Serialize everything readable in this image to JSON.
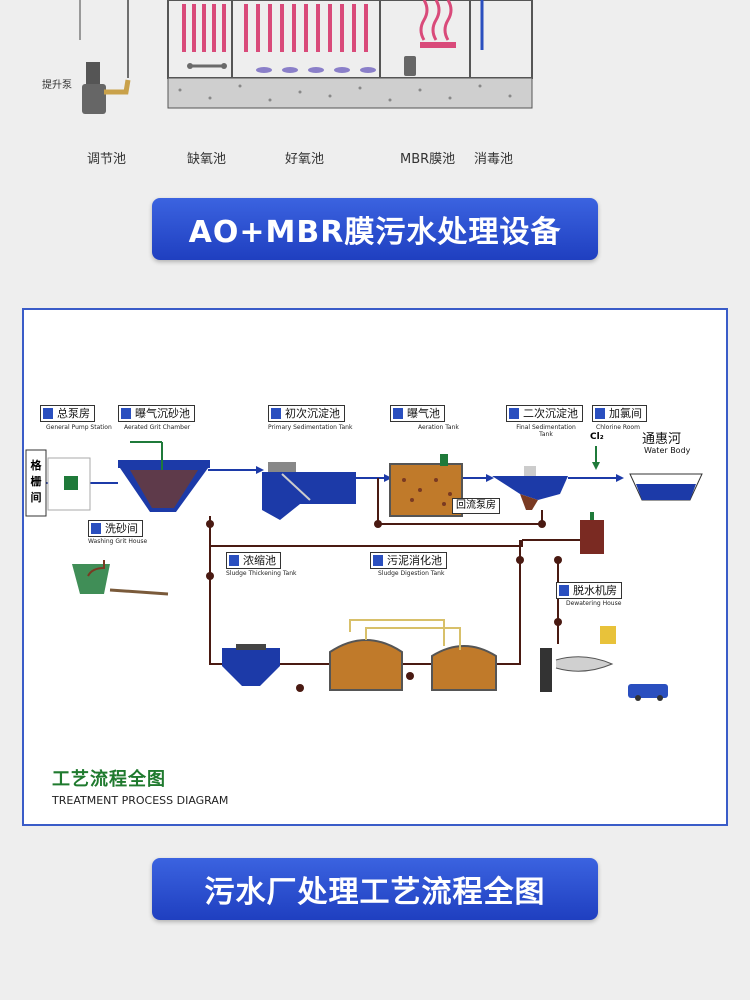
{
  "top": {
    "lift_pump": "提升泵",
    "tank_labels": [
      "调节池",
      "缺氧池",
      "好氧池",
      "MBR膜池",
      "消毒池"
    ]
  },
  "banner1": "AO+MBR膜污水处理设备",
  "diagram": {
    "nodes": {
      "pump_station": {
        "cn": "总泵房",
        "en": "General Pump Station"
      },
      "grit": {
        "cn": "曝气沉砂池",
        "en": "Aerated Grit Chamber"
      },
      "primary": {
        "cn": "初次沉淀池",
        "en": "Primary Sedimentation Tank"
      },
      "aeration": {
        "cn": "曝气池",
        "en": "Aeration Tank"
      },
      "final": {
        "cn": "二次沉淀池",
        "en": "Final Sedimentation Tank"
      },
      "chlorine": {
        "cn": "加氯间",
        "en": "Chlorine Room"
      },
      "water_body": {
        "cn": "通惠河",
        "en": "Water Body"
      },
      "screen": "格栅间",
      "washing": {
        "cn": "洗砂间",
        "en": "Washing Grit House"
      },
      "return_pump": "回流泵房",
      "thickening": {
        "cn": "浓缩池",
        "en": "Sludge Thickening Tank"
      },
      "digestion": {
        "cn": "污泥消化池",
        "en": "Sludge Digestion Tank"
      },
      "dewatering": {
        "cn": "脱水机房",
        "en": "Dewatering House"
      },
      "cl2": "Cl₂"
    },
    "title_cn": "工艺流程全图",
    "title_en": "TREATMENT PROCESS DIAGRAM"
  },
  "banner2": "污水厂处理工艺流程全图",
  "colors": {
    "banner": "#2447c8",
    "frame": "#3a5cc8",
    "water": "#1c3aa8",
    "sludge": "#b35a1f",
    "pipe": "#4a1a12"
  }
}
